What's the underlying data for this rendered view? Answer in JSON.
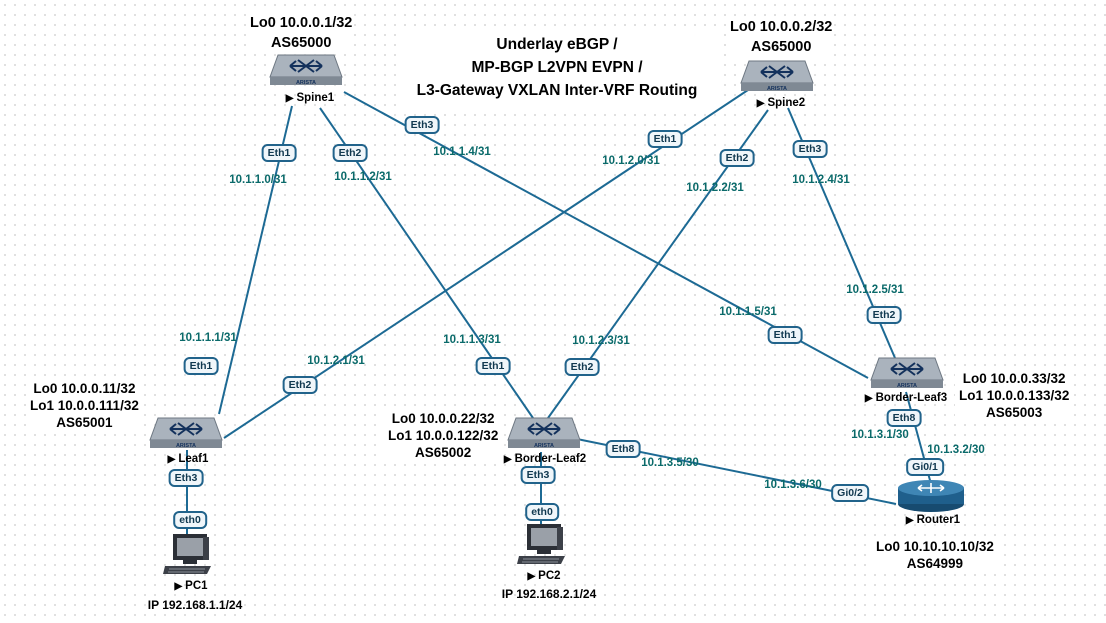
{
  "title": {
    "line1": "Underlay eBGP /",
    "line2": "MP-BGP L2VPN EVPN /",
    "line3": "L3-Gateway VXLAN Inter-VRF Routing"
  },
  "devices": {
    "spine1": {
      "name": "Spine1",
      "lo0": "Lo0 10.0.0.1/32",
      "as": "AS65000",
      "brand": "ARISTA"
    },
    "spine2": {
      "name": "Spine2",
      "lo0": "Lo0 10.0.0.2/32",
      "as": "AS65000",
      "brand": "ARISTA"
    },
    "leaf1": {
      "name": "Leaf1",
      "lo0": "Lo0 10.0.0.11/32",
      "lo1": "Lo1 10.0.0.111/32",
      "as": "AS65001",
      "brand": "ARISTA"
    },
    "bleaf2": {
      "name": "Border-Leaf2",
      "lo0": "Lo0 10.0.0.22/32",
      "lo1": "Lo1 10.0.0.122/32",
      "as": "AS65002",
      "brand": "ARISTA"
    },
    "bleaf3": {
      "name": "Border-Leaf3",
      "lo0": "Lo0 10.0.0.33/32",
      "lo1": "Lo1 10.0.0.133/32",
      "as": "AS65003",
      "brand": "ARISTA"
    },
    "router1": {
      "name": "Router1",
      "lo0": "Lo0 10.10.10.10/32",
      "as": "AS64999"
    },
    "pc1": {
      "name": "PC1",
      "ip": "IP  192.168.1.1/24"
    },
    "pc2": {
      "name": "PC2",
      "ip": "IP  192.168.2.1/24"
    }
  },
  "ports": {
    "s1_eth1": "Eth1",
    "s1_eth2": "Eth2",
    "s1_eth3": "Eth3",
    "s2_eth1": "Eth1",
    "s2_eth2": "Eth2",
    "s2_eth3": "Eth3",
    "l1_eth1": "Eth1",
    "l1_eth2": "Eth2",
    "l1_eth3": "Eth3",
    "b2_eth1": "Eth1",
    "b2_eth2": "Eth2",
    "b2_eth3": "Eth3",
    "b2_eth8": "Eth8",
    "b3_eth1": "Eth1",
    "b3_eth2": "Eth2",
    "b3_eth8": "Eth8",
    "r1_gi01": "Gi0/1",
    "r1_gi02": "Gi0/2",
    "pc1_eth0": "eth0",
    "pc2_eth0": "eth0"
  },
  "networks": {
    "n1": "10.1.1.0/31",
    "n2": "10.1.1.1/31",
    "n3": "10.1.1.2/31",
    "n4": "10.1.1.3/31",
    "n5": "10.1.1.4/31",
    "n6": "10.1.1.5/31",
    "n7": "10.1.2.0/31",
    "n8": "10.1.2.1/31",
    "n9": "10.1.2.2/31",
    "n10": "10.1.2.3/31",
    "n11": "10.1.2.4/31",
    "n12": "10.1.2.5/31",
    "n13": "10.1.3.1/30",
    "n14": "10.1.3.2/30",
    "n15": "10.1.3.5/30",
    "n16": "10.1.3.6/30"
  },
  "colors": {
    "link": "#1d6a94",
    "port_border": "#21638b",
    "network_text": "#0a6a6a",
    "switch_body": "#9aa4b0",
    "router_body": "#1f5f8c"
  },
  "icons": {
    "switch": "arista-switch-icon",
    "router": "router-icon",
    "pc": "pc-icon"
  }
}
